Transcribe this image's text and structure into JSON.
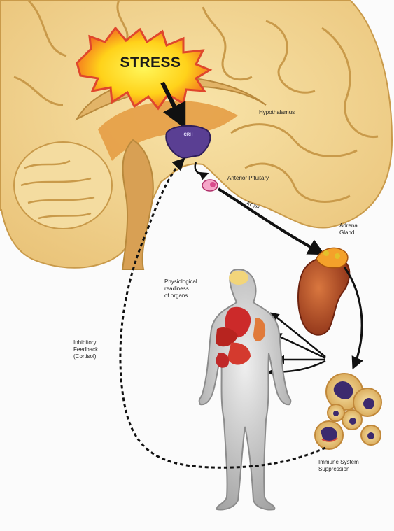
{
  "diagram": {
    "stress_label": "STRESS",
    "hypothalamus_label": "Hypothalamus",
    "hpa_marker": "CRH",
    "anterior_pituitary_label": "Anterior Pituitary",
    "acth_label": "ACTH",
    "adrenal_gland_label": [
      "Adrenal",
      "Gland"
    ],
    "physiological_label": [
      "Physiological",
      "readiness",
      "of organs"
    ],
    "feedback_label": [
      "Inhibitory",
      "Feedback",
      "(Cortisol)"
    ],
    "immune_label": [
      "Immune System",
      "Suppression"
    ],
    "colors": {
      "brain": "#f3d992",
      "brain_outline": "#c99a4a",
      "stress_burst": "#f6f000",
      "stress_outline": "#e0462c",
      "hypothalamus": "#5a3f93",
      "pituitary": "#d94a8c",
      "adrenal": "#b8502a",
      "body": "#c7c7c7",
      "organs": "#cc2a2a",
      "immune_cells": "#e7c478"
    }
  }
}
